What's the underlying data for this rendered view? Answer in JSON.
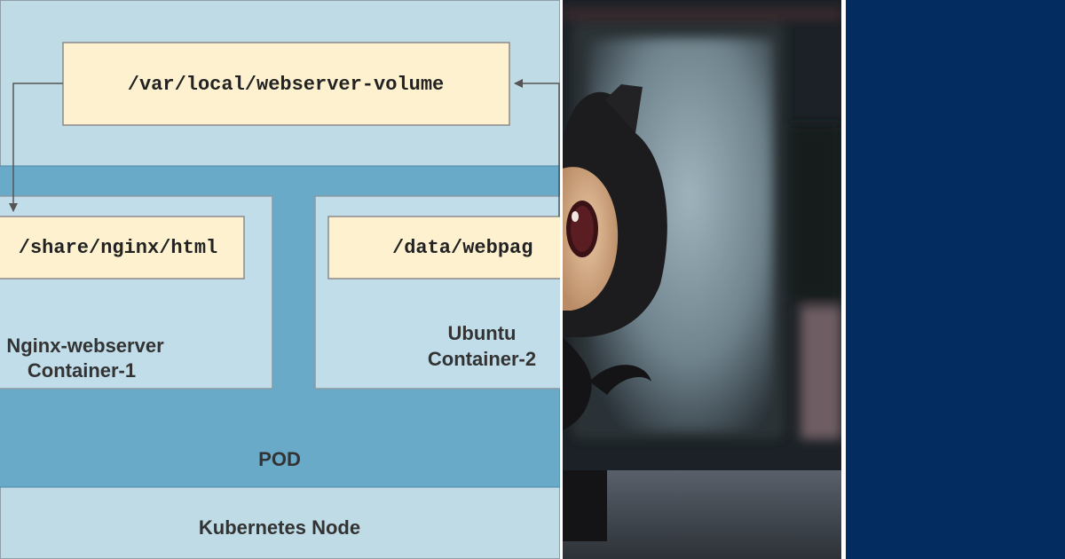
{
  "diagram": {
    "volume_path": "/var/local/webserver-volume",
    "container1": {
      "mount_path": "/share/nginx/html",
      "name": "Nginx-webserver",
      "label": "Container-1"
    },
    "container2": {
      "mount_path": "/data/webpag",
      "name": "Ubuntu",
      "label": "Container-2"
    },
    "pod_label": "POD",
    "node_label": "Kubernetes Node"
  },
  "colors": {
    "node_bg": "#bfdbe6",
    "pod_bg": "#69aac8",
    "container_bg": "#c0dde9",
    "path_box_bg": "#fdf1cf",
    "navy": "#032c61"
  },
  "photo": {
    "subject": "octocat-figurine-in-front-of-laptop"
  }
}
